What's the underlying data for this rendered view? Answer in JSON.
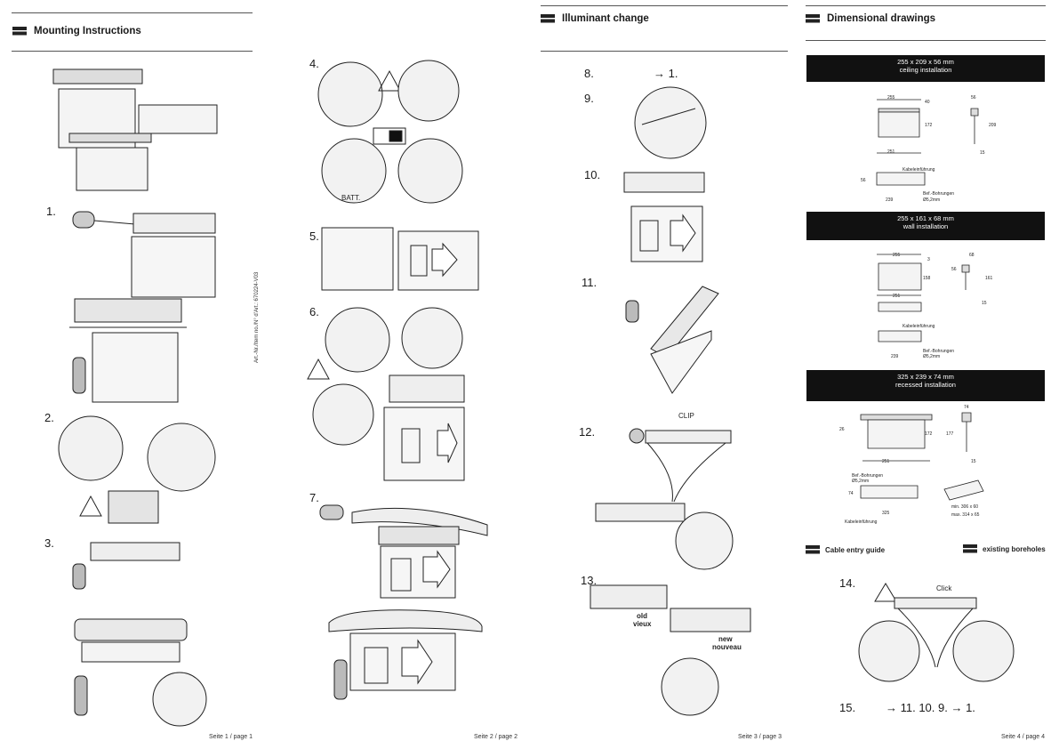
{
  "page1": {
    "title": "Mounting Instructions",
    "steps": [
      "1.",
      "2.",
      "3."
    ],
    "side_text": "Art.-Nr./Item no./N° d'Art.: 670224-V03",
    "footer": "Seite 1 / page 1"
  },
  "page2": {
    "steps": [
      "4.",
      "5.",
      "6.",
      "7."
    ],
    "batt_label": "BATT.",
    "footer": "Seite 2 / page 2"
  },
  "page3": {
    "title": "Illuminant change",
    "steps": [
      "8.",
      "9.",
      "10.",
      "11.",
      "12.",
      "13."
    ],
    "step8_ref": "→ 1.",
    "clip_label": "CLIP",
    "old_label": "old",
    "old_fr": "vieux",
    "new_label": "new",
    "new_fr": "nouveau",
    "footer": "Seite 3 / page 3"
  },
  "page4": {
    "title": "Dimensional drawings",
    "bands": [
      {
        "dims": "255 x 209 x 56 mm",
        "mode": "ceiling installation"
      },
      {
        "dims": "255 x 161 x 68 mm",
        "mode": "wall installation"
      },
      {
        "dims": "325 x 239 x 74 mm",
        "mode": "recessed installation"
      }
    ],
    "ceiling_dims": {
      "w_top": "255",
      "w_bottom": "251",
      "h1": "40",
      "h2": "172",
      "d": "56",
      "h3": "209",
      "d2": "15",
      "cable": "Kabeleinführung",
      "holes": "Bef.-Bohrungen",
      "hole_d": "Ø5,2mm",
      "h4": "56",
      "w4": "239"
    },
    "wall_dims": {
      "w_top": "255",
      "w_bottom": "251",
      "t": "3",
      "h1": "158",
      "d": "68",
      "h2": "56",
      "h3": "161",
      "d2": "15",
      "cable": "Kabeleinführung",
      "holes": "Bef.-Bohrungen",
      "hole_d": "Ø5,2mm",
      "w4": "239"
    },
    "recessed_dims": {
      "h0": "26",
      "h1": "172",
      "h2": "177",
      "d": "74",
      "w": "251",
      "d2": "15",
      "holes": "Bef.-Bohrungen",
      "hole_d": "Ø5,2mm",
      "h3": "74",
      "w2": "325",
      "cable": "Kabeleinführung",
      "min": "min. 306 x 60",
      "max": "max. 314 x 65"
    },
    "cable_guide": "Cable entry guide",
    "existing": "existing boreholes",
    "steps": [
      "14.",
      "15."
    ],
    "click_label": "Click",
    "step15_ref": "→ 11.  10.  9.  → 1.",
    "footer": "Seite 4 / page 4"
  }
}
